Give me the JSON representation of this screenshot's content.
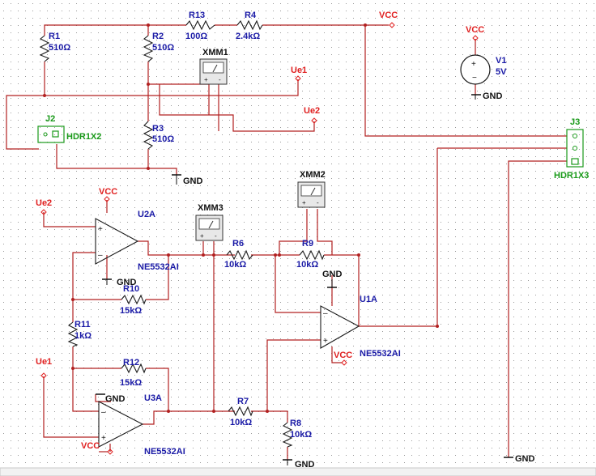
{
  "components": {
    "R13": {
      "ref": "R13",
      "value": "100Ω"
    },
    "R4": {
      "ref": "R4",
      "value": "2.4kΩ"
    },
    "R1": {
      "ref": "R1",
      "value": "510Ω"
    },
    "R2": {
      "ref": "R2",
      "value": "510Ω"
    },
    "R3": {
      "ref": "R3",
      "value": "510Ω"
    },
    "R6": {
      "ref": "R6",
      "value": "10kΩ"
    },
    "R9": {
      "ref": "R9",
      "value": "10kΩ"
    },
    "R10": {
      "ref": "R10",
      "value": "15kΩ"
    },
    "R11": {
      "ref": "R11",
      "value": "1kΩ"
    },
    "R12": {
      "ref": "R12",
      "value": "15kΩ"
    },
    "R7": {
      "ref": "R7",
      "value": "10kΩ"
    },
    "R8": {
      "ref": "R8",
      "value": "10kΩ"
    },
    "V1": {
      "ref": "V1",
      "value": "5V"
    },
    "XMM1": {
      "ref": "XMM1"
    },
    "XMM2": {
      "ref": "XMM2"
    },
    "XMM3": {
      "ref": "XMM3"
    },
    "J2": {
      "ref": "J2",
      "value": "HDR1X2"
    },
    "J3": {
      "ref": "J3",
      "value": "HDR1X3"
    },
    "U2A": {
      "ref": "U2A",
      "value": "NE5532AI"
    },
    "U1A": {
      "ref": "U1A",
      "value": "NE5532AI"
    },
    "U3A": {
      "ref": "U3A",
      "value": "NE5532AI"
    }
  },
  "nets": {
    "vcc": "VCC",
    "gnd": "GND",
    "ue1": "Ue1",
    "ue2": "Ue2"
  },
  "colors": {
    "wire": "#b22020",
    "label_blue": "#1a1aa6",
    "net_red": "#e02020",
    "connector_green": "#1a9a1a"
  }
}
